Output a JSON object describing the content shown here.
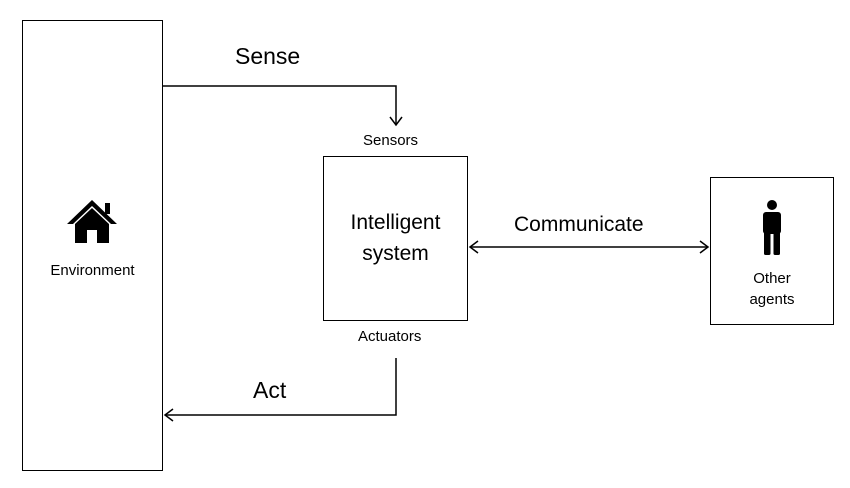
{
  "diagram": {
    "environment": {
      "label": "Environment",
      "icon": "house-icon"
    },
    "intelligent_system": {
      "label_line1": "Intelligent",
      "label_line2": "system"
    },
    "other_agents": {
      "label_line1": "Other",
      "label_line2": "agents",
      "icon": "person-icon"
    },
    "sensors_label": "Sensors",
    "actuators_label": "Actuators",
    "sense_label": "Sense",
    "act_label": "Act",
    "communicate_label": "Communicate"
  },
  "colors": {
    "stroke": "#000000",
    "background": "#ffffff"
  }
}
